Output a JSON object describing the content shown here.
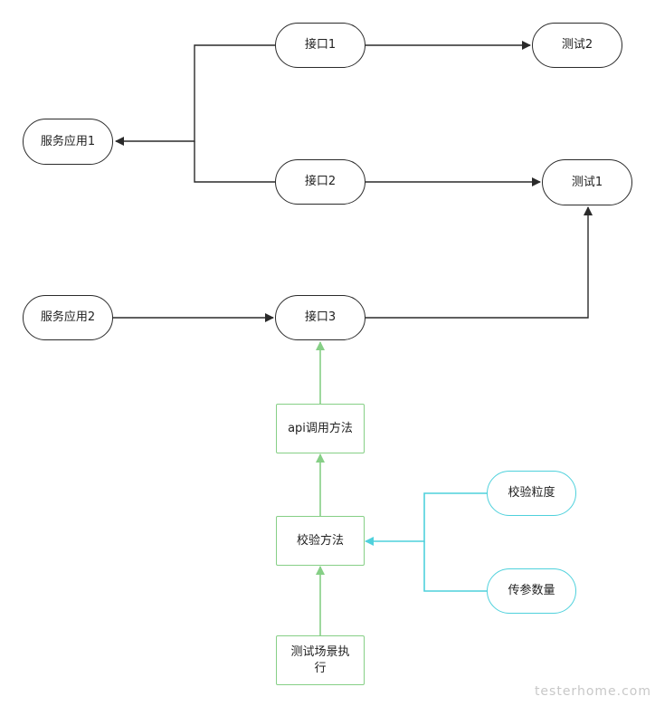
{
  "nodes": {
    "service1": "服务应用1",
    "service2": "服务应用2",
    "api1": "接口1",
    "api2": "接口2",
    "api3": "接口3",
    "test1": "测试1",
    "test2": "测试2",
    "api_call": "api调用方法",
    "verify": "校验方法",
    "run": "测试场景执行",
    "granularity": "校验粒度",
    "param_count": "传参数量"
  },
  "watermark": "testerhome.com",
  "colors": {
    "dark": "#2a2a2a",
    "green": "#86cf86",
    "cyan": "#4fd1dc"
  }
}
